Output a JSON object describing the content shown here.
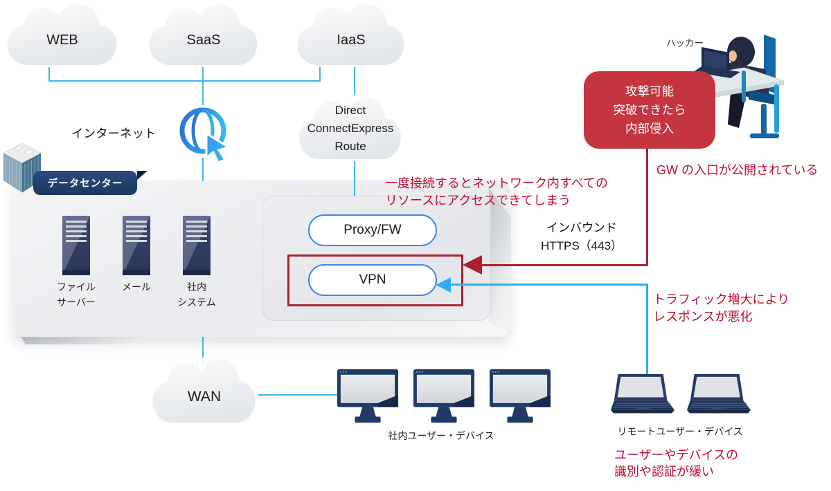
{
  "clouds": {
    "web": "WEB",
    "saas": "SaaS",
    "iaas": "IaaS",
    "direct": [
      "Direct",
      "ConnectExpress",
      "Route"
    ],
    "wan": "WAN"
  },
  "internet": {
    "label": "インターネット"
  },
  "hacker": {
    "label": "ハッカー",
    "attack_box": [
      "攻撃可能",
      "突破できたら",
      "内部侵入"
    ]
  },
  "datacenter": {
    "tab": "データセンター",
    "servers": [
      {
        "line1": "ファイル",
        "line2": "サーバー"
      },
      {
        "line1": "メール",
        "line2": ""
      },
      {
        "line1": "社内",
        "line2": "システム"
      }
    ],
    "gateway": {
      "proxy": "Proxy/FW",
      "vpn": "VPN"
    }
  },
  "inbound": {
    "line1": "インバウンド",
    "line2": "HTTPS（443）"
  },
  "devices": {
    "office": "社内ユーザー・デバイス",
    "remote": "リモートユーザー・デバイス"
  },
  "risks": {
    "gw_exposed": "GW の入口が公開されている",
    "once_connected": [
      "一度接続するとネットワーク内すべての",
      "リソースにアクセスできてしまう"
    ],
    "traffic": [
      "トラフィック増大により",
      "レスポンスが悪化"
    ],
    "auth": [
      "ユーザーやデバイスの",
      "識別や認証が緩い"
    ]
  },
  "colors": {
    "line_blue": "#41b4f1",
    "arrow_blue": "#2baef2",
    "red_line": "#ab2030",
    "red_box": "#c43540",
    "red_text": "#c30d2e",
    "navy": "#1f3a66",
    "pill_border": "#3d87e6"
  }
}
